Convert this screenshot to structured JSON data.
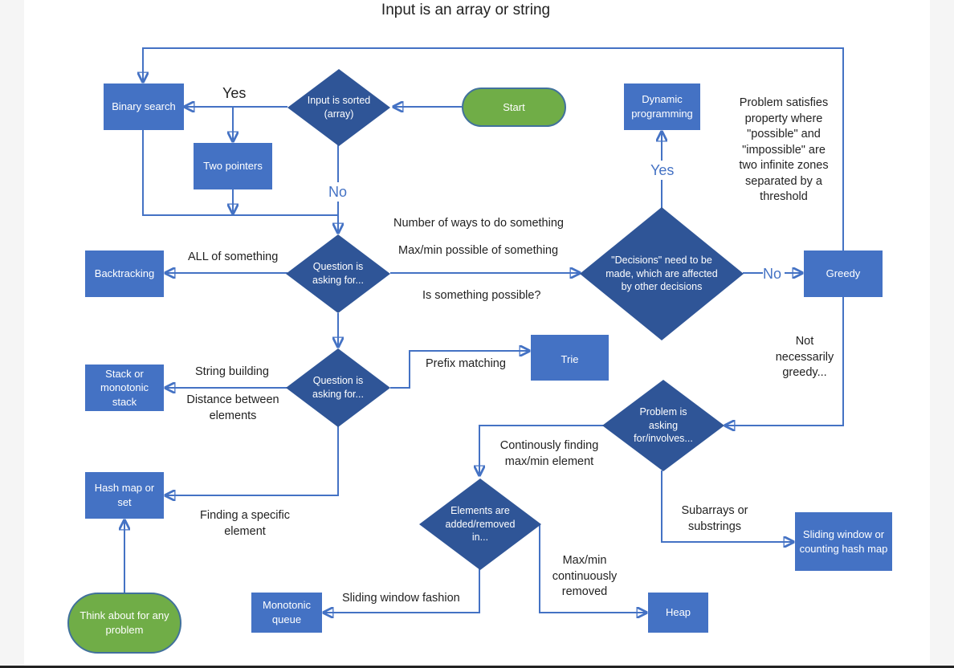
{
  "title": "Input is an array or string",
  "nodes": {
    "start": "Start",
    "sorted": "Input is sorted (array)",
    "binary_search": "Binary search",
    "two_pointers": "Two pointers",
    "question1": "Question is asking for...",
    "backtracking": "Backtracking",
    "decisions": "\"Decisions\" need to be made, which are affected by other decisions",
    "dynamic_programming": "Dynamic programming",
    "greedy": "Greedy",
    "question2": "Question is asking for...",
    "stack": "Stack or monotonic stack",
    "trie": "Trie",
    "hash_map": "Hash map or set",
    "think": "Think about for any problem",
    "problem_asking": "Problem is asking for/involves...",
    "elements": "Elements are added/removed in...",
    "monotonic_queue": "Monotonic queue",
    "heap": "Heap",
    "sliding_window": "Sliding window or counting hash map"
  },
  "labels": {
    "yes_sorted": "Yes",
    "no_sorted": "No",
    "ways": "Number of ways to do something",
    "maxmin": "Max/min possible of something",
    "possible": "Is something possible?",
    "all_something": "ALL of something",
    "yes_dp": "Yes",
    "no_greedy": "No",
    "threshold": "Problem satisfies property where \"possible\" and \"impossible\" are two infinite zones separated by a threshold",
    "not_greedy": "Not necessarily greedy...",
    "string_building": "String building",
    "distance": "Distance between elements",
    "prefix": "Prefix matching",
    "finding": "Finding a specific element",
    "continuous_maxmin": "Continously finding max/min element",
    "subarrays": "Subarrays or substrings",
    "sliding_fashion": "Sliding window fashion",
    "maxmin_removed": "Max/min continuously removed"
  },
  "colors": {
    "box": "#4472c4",
    "diamond": "#2f5597",
    "terminal": "#70ad47",
    "arrow": "#4472c4"
  }
}
